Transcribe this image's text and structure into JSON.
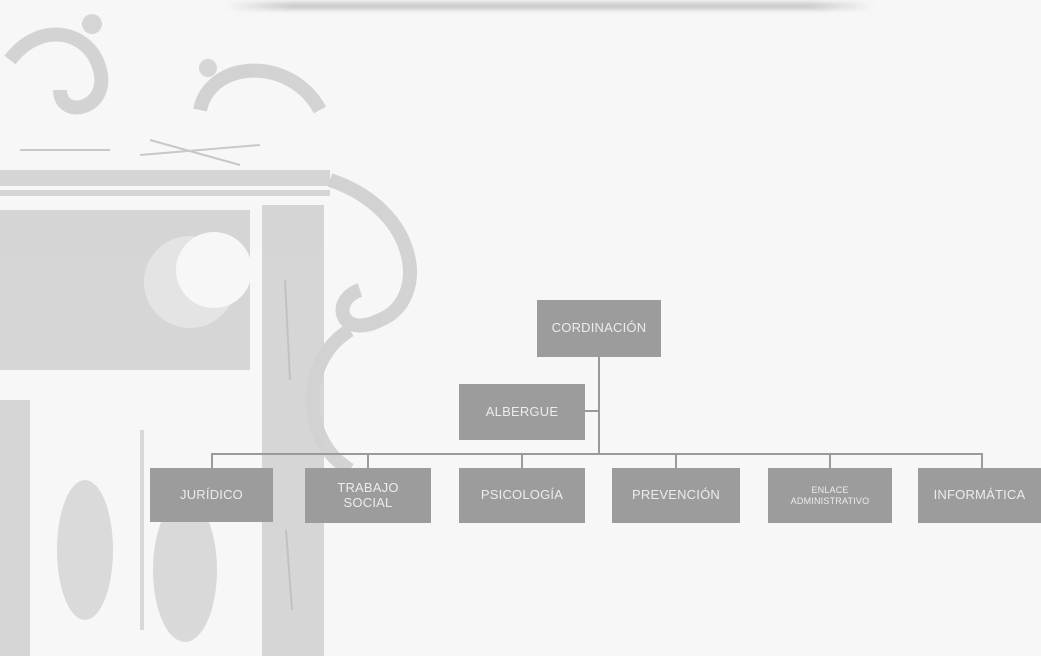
{
  "diagram": {
    "root": {
      "label": "CORDINACIÓN"
    },
    "staff": {
      "label": "ALBERGUE"
    },
    "departments": [
      {
        "label": "JURÍDICO"
      },
      {
        "label": "TRABAJO SOCIAL"
      },
      {
        "label": "PSICOLOGÍA"
      },
      {
        "label": "PREVENCIÓN"
      },
      {
        "label": "ENLACE ADMINISTRATIVO"
      },
      {
        "label": "INFORMÁTICA"
      }
    ]
  },
  "colors": {
    "box_fill": "#9c9c9c",
    "box_text": "#ececec",
    "connector": "#9a9a9a",
    "watermark": "#c9c9c9"
  }
}
